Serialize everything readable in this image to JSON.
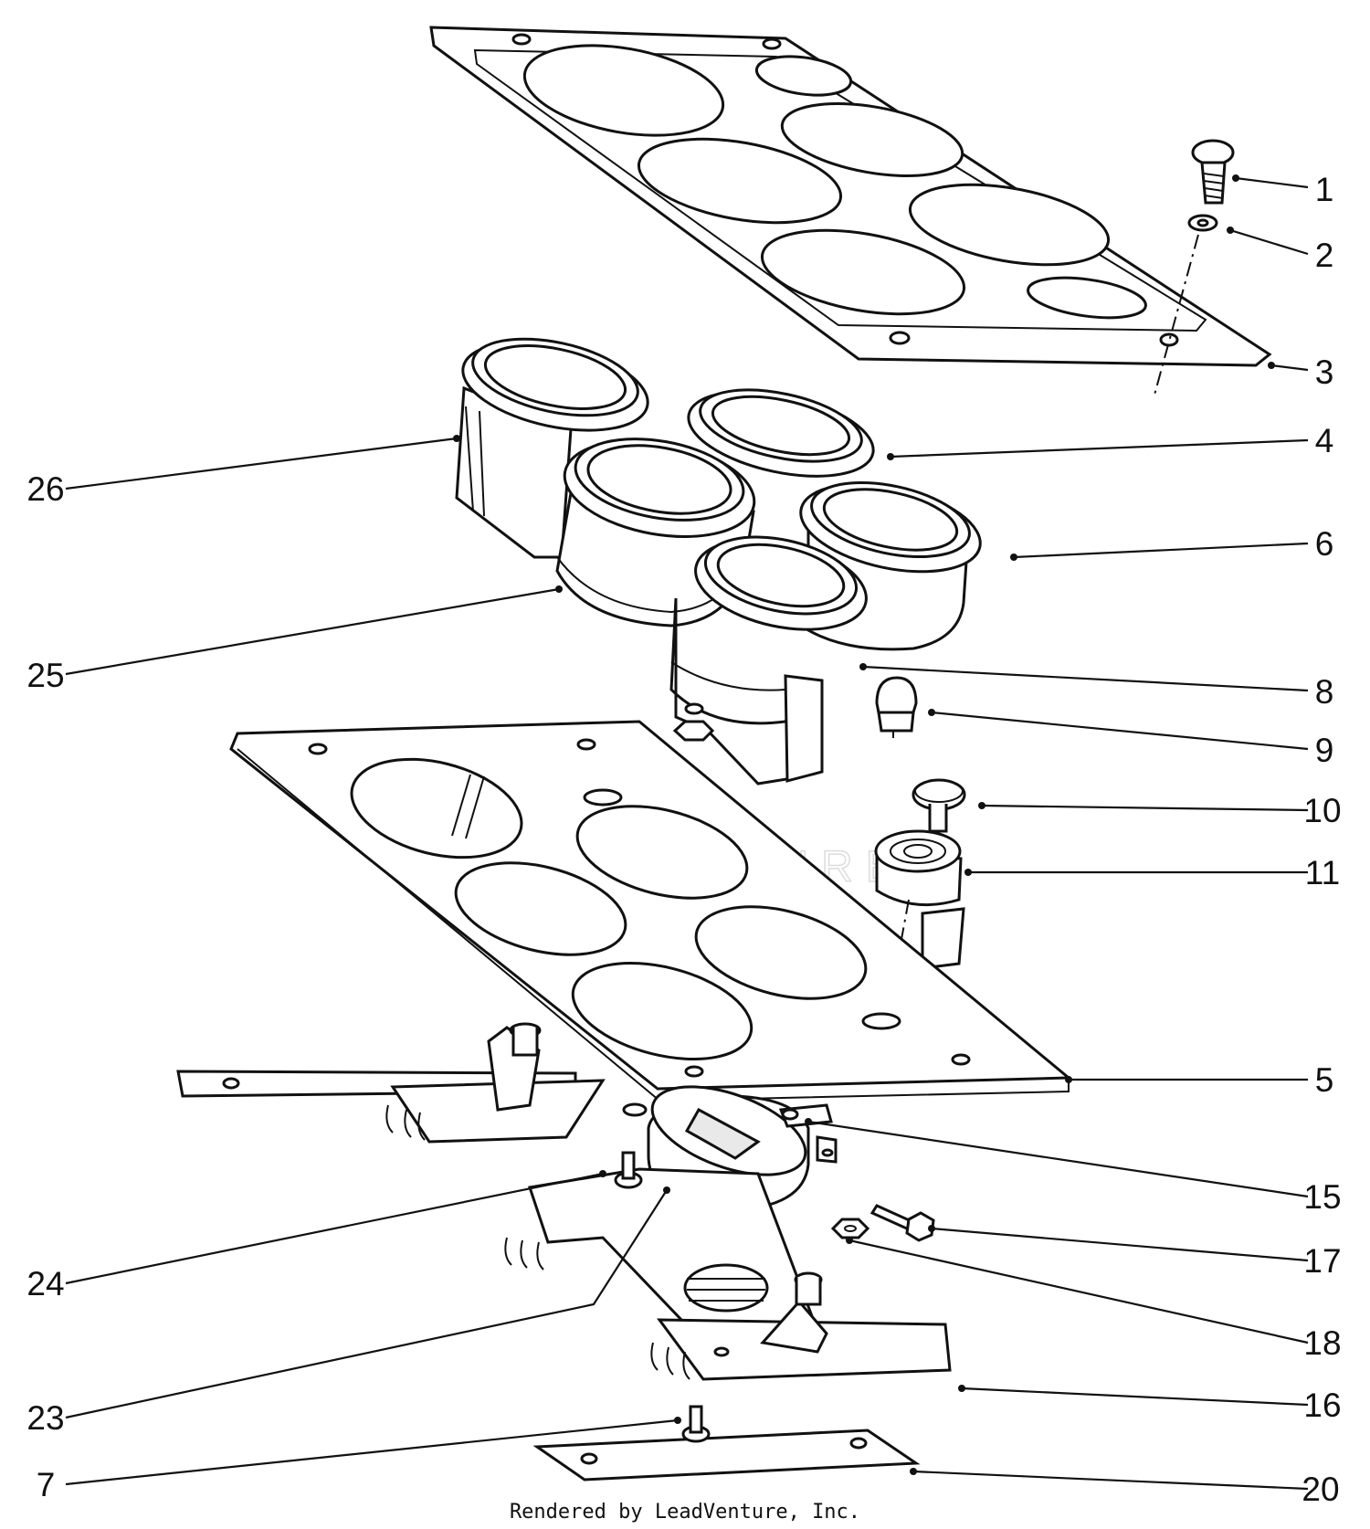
{
  "watermark": {
    "text": "LEADVENTURE"
  },
  "footer": {
    "credit": "Rendered by LeadVenture, Inc."
  },
  "callouts": [
    {
      "id": "c1",
      "label": "1"
    },
    {
      "id": "c2",
      "label": "2"
    },
    {
      "id": "c3",
      "label": "3"
    },
    {
      "id": "c4",
      "label": "4"
    },
    {
      "id": "c6",
      "label": "6"
    },
    {
      "id": "c8",
      "label": "8"
    },
    {
      "id": "c9",
      "label": "9"
    },
    {
      "id": "c10",
      "label": "10"
    },
    {
      "id": "c11",
      "label": "11"
    },
    {
      "id": "c5",
      "label": "5"
    },
    {
      "id": "c15",
      "label": "15"
    },
    {
      "id": "c17",
      "label": "17"
    },
    {
      "id": "c18",
      "label": "18"
    },
    {
      "id": "c16",
      "label": "16"
    },
    {
      "id": "c20",
      "label": "20"
    },
    {
      "id": "c26",
      "label": "26"
    },
    {
      "id": "c25",
      "label": "25"
    },
    {
      "id": "c24",
      "label": "24"
    },
    {
      "id": "c23",
      "label": "23"
    },
    {
      "id": "c7",
      "label": "7"
    }
  ]
}
